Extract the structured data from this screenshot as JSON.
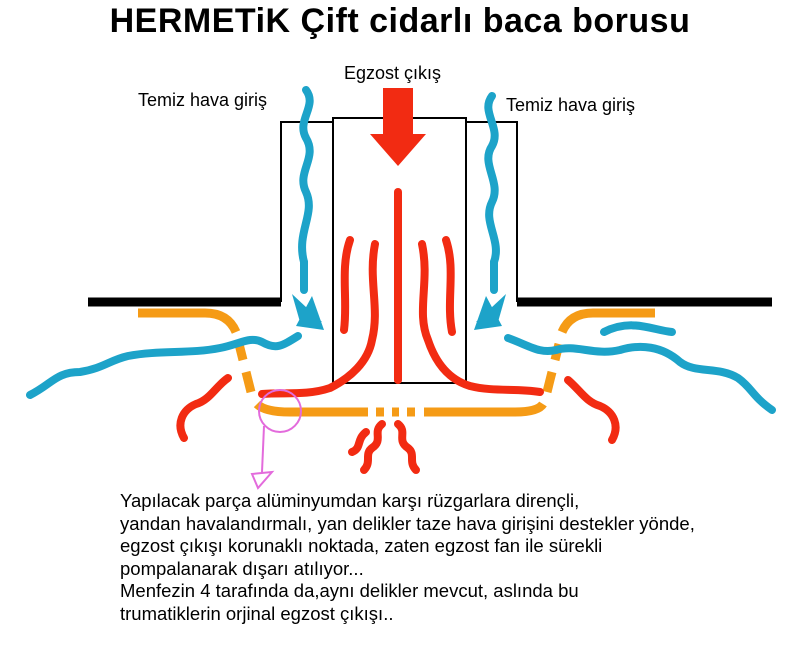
{
  "title": "HERMETiK Çift cidarlı baca borusu",
  "labels": {
    "exhaust_out": "Egzost çıkış",
    "fresh_air_left": "Temiz hava giriş",
    "fresh_air_right": "Temiz hava giriş"
  },
  "colors": {
    "exhaust": "#f22b12",
    "fresh_air": "#1da3c9",
    "vent_plate": "#f59b16",
    "roof": "#000000",
    "callout": "#e36bdc"
  },
  "description": [
    "Yapılacak parça alüminyumdan karşı rüzgarlara dirençli,",
    "yandan havalandırmalı, yan delikler taze hava girişini destekler yönde,",
    "egzost çıkışı korunaklı noktada, zaten egzost fan ile sürekli",
    "pompalanarak dışarı atılıyor...",
    "Menfezin 4 tarafında da,aynı delikler mevcut, aslında bu",
    "trumatiklerin orjinal egzost çıkışı.."
  ]
}
